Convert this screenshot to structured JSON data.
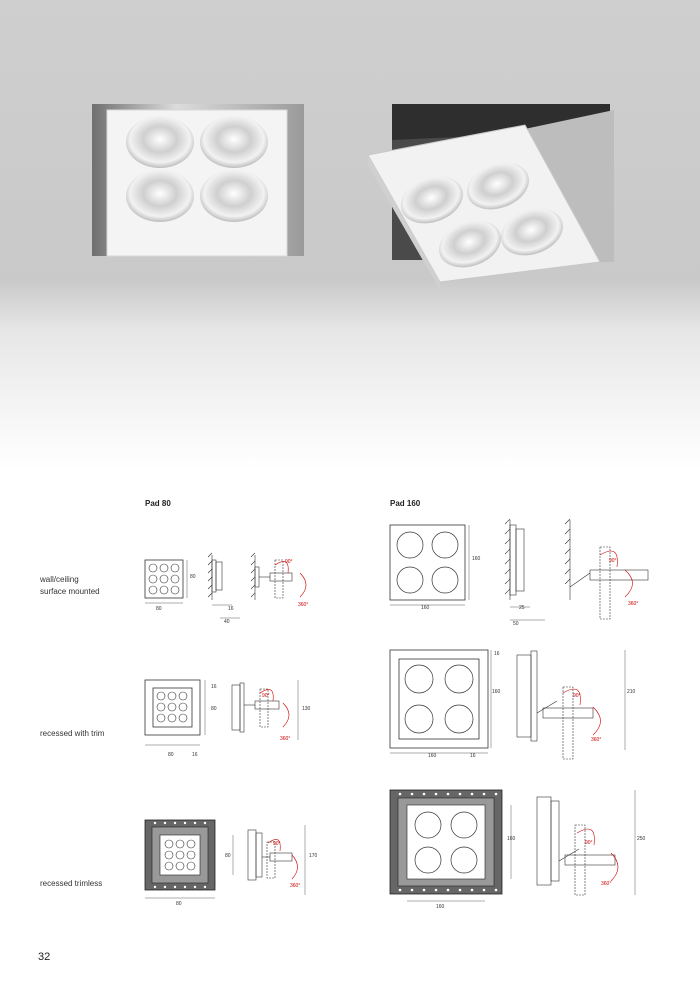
{
  "products": {
    "pad80": {
      "title": "Pad 80"
    },
    "pad160": {
      "title": "Pad 160"
    }
  },
  "rows": {
    "surface": {
      "label_line1": "wall/ceiling",
      "label_line2": "surface mounted"
    },
    "trim": {
      "label": "recessed with trim"
    },
    "trimless": {
      "label": "recessed trimless"
    }
  },
  "dims": {
    "p80_surface_w": "80",
    "p80_surface_h": "80",
    "p80_surface_depth": "16",
    "p80_surface_total": "40",
    "p80_trim_h": "80",
    "p80_trim_top": "16",
    "p80_trim_w": "80",
    "p80_trim_border": "16",
    "p80_trim_height": "130",
    "p80_trimless_h": "80",
    "p80_trimless_w": "80",
    "p80_trimless_height": "170",
    "p160_surface_h": "160",
    "p160_surface_w": "160",
    "p160_surface_depth": "25",
    "p160_surface_total": "50",
    "p160_trim_top": "16",
    "p160_trim_h": "160",
    "p160_trim_w": "160",
    "p160_trim_border": "16",
    "p160_trim_height": "210",
    "p160_trimless_h": "160",
    "p160_trimless_w": "160",
    "p160_trimless_height": "250"
  },
  "angles": {
    "tilt": "90°",
    "rotate": "360°"
  },
  "page_number": "32",
  "colors": {
    "accent": "#cc0000",
    "line": "#333333"
  }
}
